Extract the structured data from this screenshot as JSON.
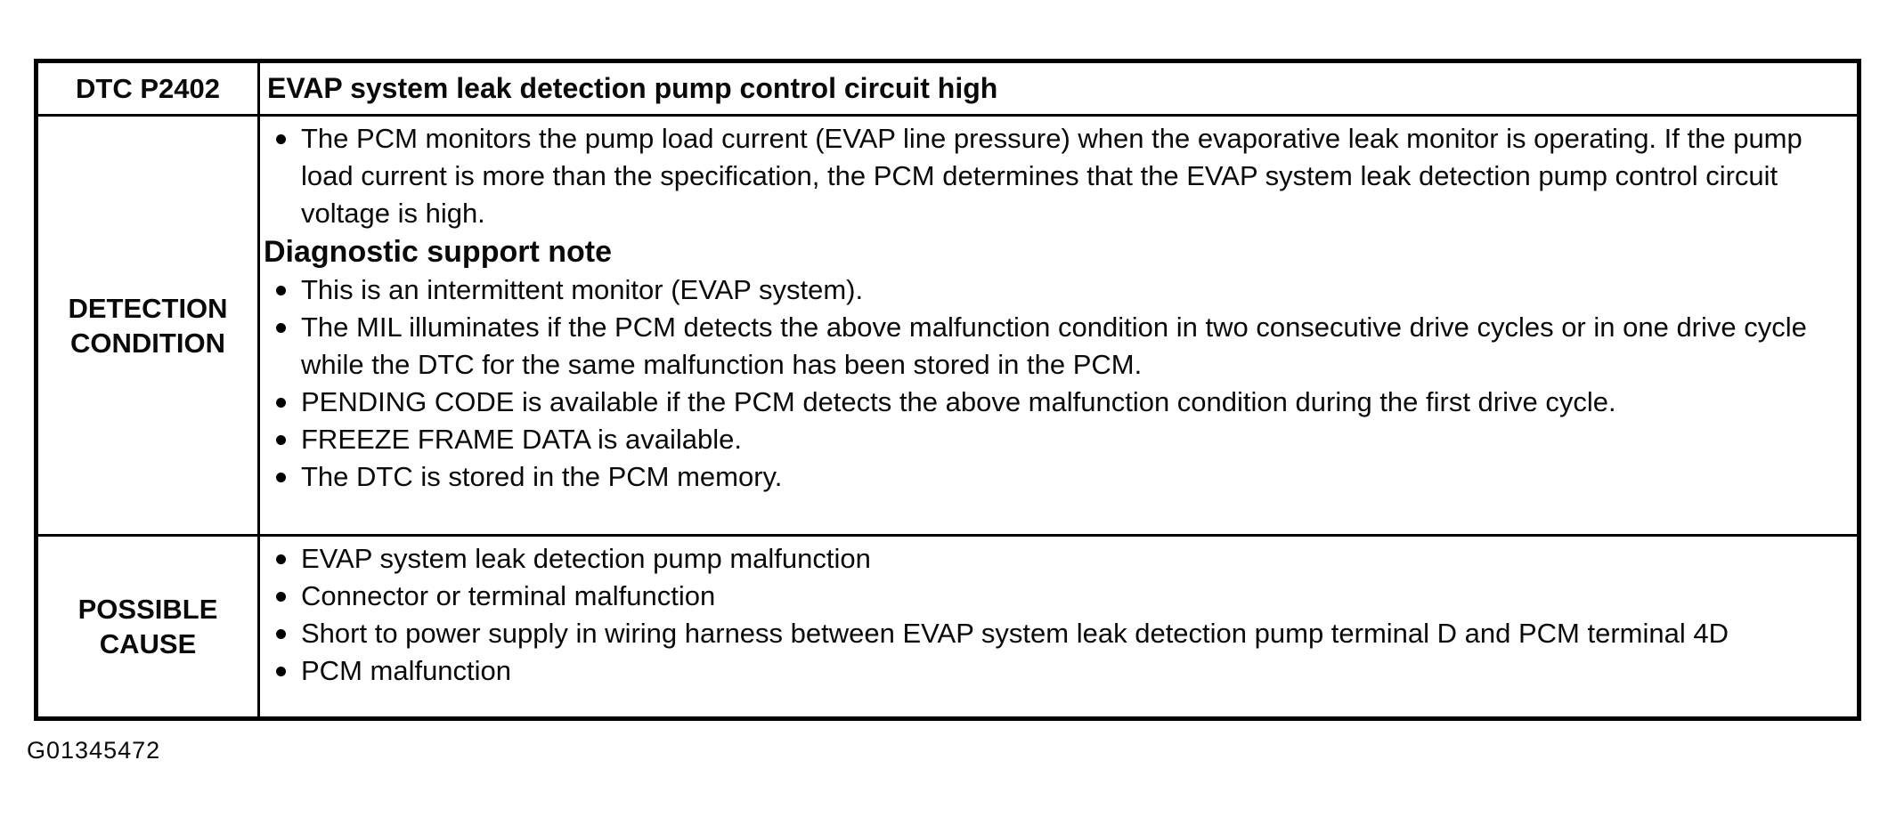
{
  "table": {
    "header": {
      "dtc": "DTC P2402",
      "title": "EVAP system leak detection pump control circuit high"
    },
    "rows": [
      {
        "label": "DETECTION CONDITION",
        "items": [
          {
            "kind": "bullet",
            "text": "The PCM monitors the pump load current (EVAP line pressure) when the evaporative leak monitor is operating. If the pump load current is more than the specification, the PCM determines that the EVAP system leak detection pump control circuit voltage is high."
          },
          {
            "kind": "heading",
            "text": "Diagnostic support note"
          },
          {
            "kind": "bullet",
            "text": "This is an intermittent monitor (EVAP system)."
          },
          {
            "kind": "bullet",
            "text": "The MIL illuminates if the PCM detects the above malfunction condition in two consecutive drive cycles or in one drive cycle while the DTC for the same malfunction has been stored in the PCM."
          },
          {
            "kind": "bullet",
            "text": "PENDING CODE is available if the PCM detects the above malfunction condition during the first drive cycle."
          },
          {
            "kind": "bullet",
            "text": "FREEZE FRAME DATA is available."
          },
          {
            "kind": "bullet",
            "text": "The DTC is stored in the PCM memory."
          }
        ]
      },
      {
        "label": "POSSIBLE CAUSE",
        "items": [
          {
            "kind": "bullet",
            "text": "EVAP system leak detection pump malfunction"
          },
          {
            "kind": "bullet",
            "text": "Connector or terminal malfunction"
          },
          {
            "kind": "bullet",
            "text": "Short to power supply in wiring harness between EVAP system leak detection pump terminal D and PCM terminal 4D"
          },
          {
            "kind": "bullet",
            "text": "PCM malfunction"
          }
        ]
      }
    ]
  },
  "footer": {
    "figure_id": "G01345472"
  },
  "colors": {
    "background": "#ffffff",
    "text": "#0a0a0a",
    "border": "#000000"
  }
}
